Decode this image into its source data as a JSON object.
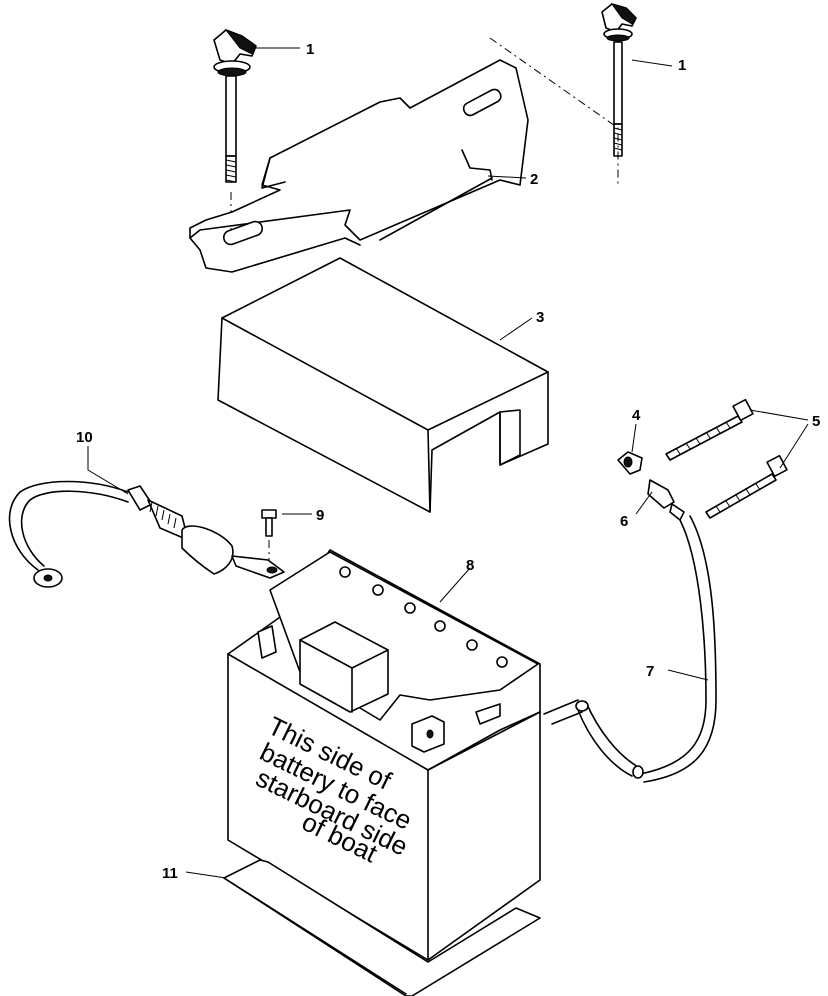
{
  "callouts": {
    "c1a": "1",
    "c1b": "1",
    "c2": "2",
    "c3": "3",
    "c4": "4",
    "c5": "5",
    "c6": "6",
    "c7": "7",
    "c8": "8",
    "c9": "9",
    "c10": "10",
    "c11": "11"
  },
  "battery_label": {
    "line1": "This side of",
    "line2": "battery to face",
    "line3": "starboard side",
    "line4": "of boat"
  }
}
